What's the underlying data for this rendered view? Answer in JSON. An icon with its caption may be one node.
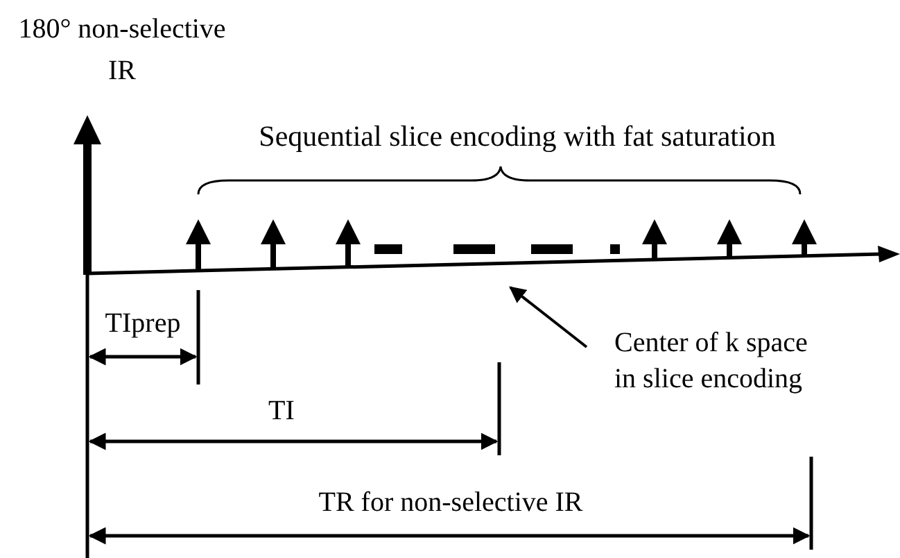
{
  "diagram": {
    "nodes": [
      {
        "text": [
          "Center of k space in slice encoding"
        ]
      },
      {
        "text": [],
        "shape": "arrow"
      }
    ],
    "edges": [
      {
        "from": 0,
        "to": 1,
        "arrow": "to"
      }
    ],
    "labels": [
      "180° non-selective IR",
      "Sequential slice encoding with fat saturation",
      "TIprep",
      "TI",
      "TR for non-selective IR"
    ]
  }
}
